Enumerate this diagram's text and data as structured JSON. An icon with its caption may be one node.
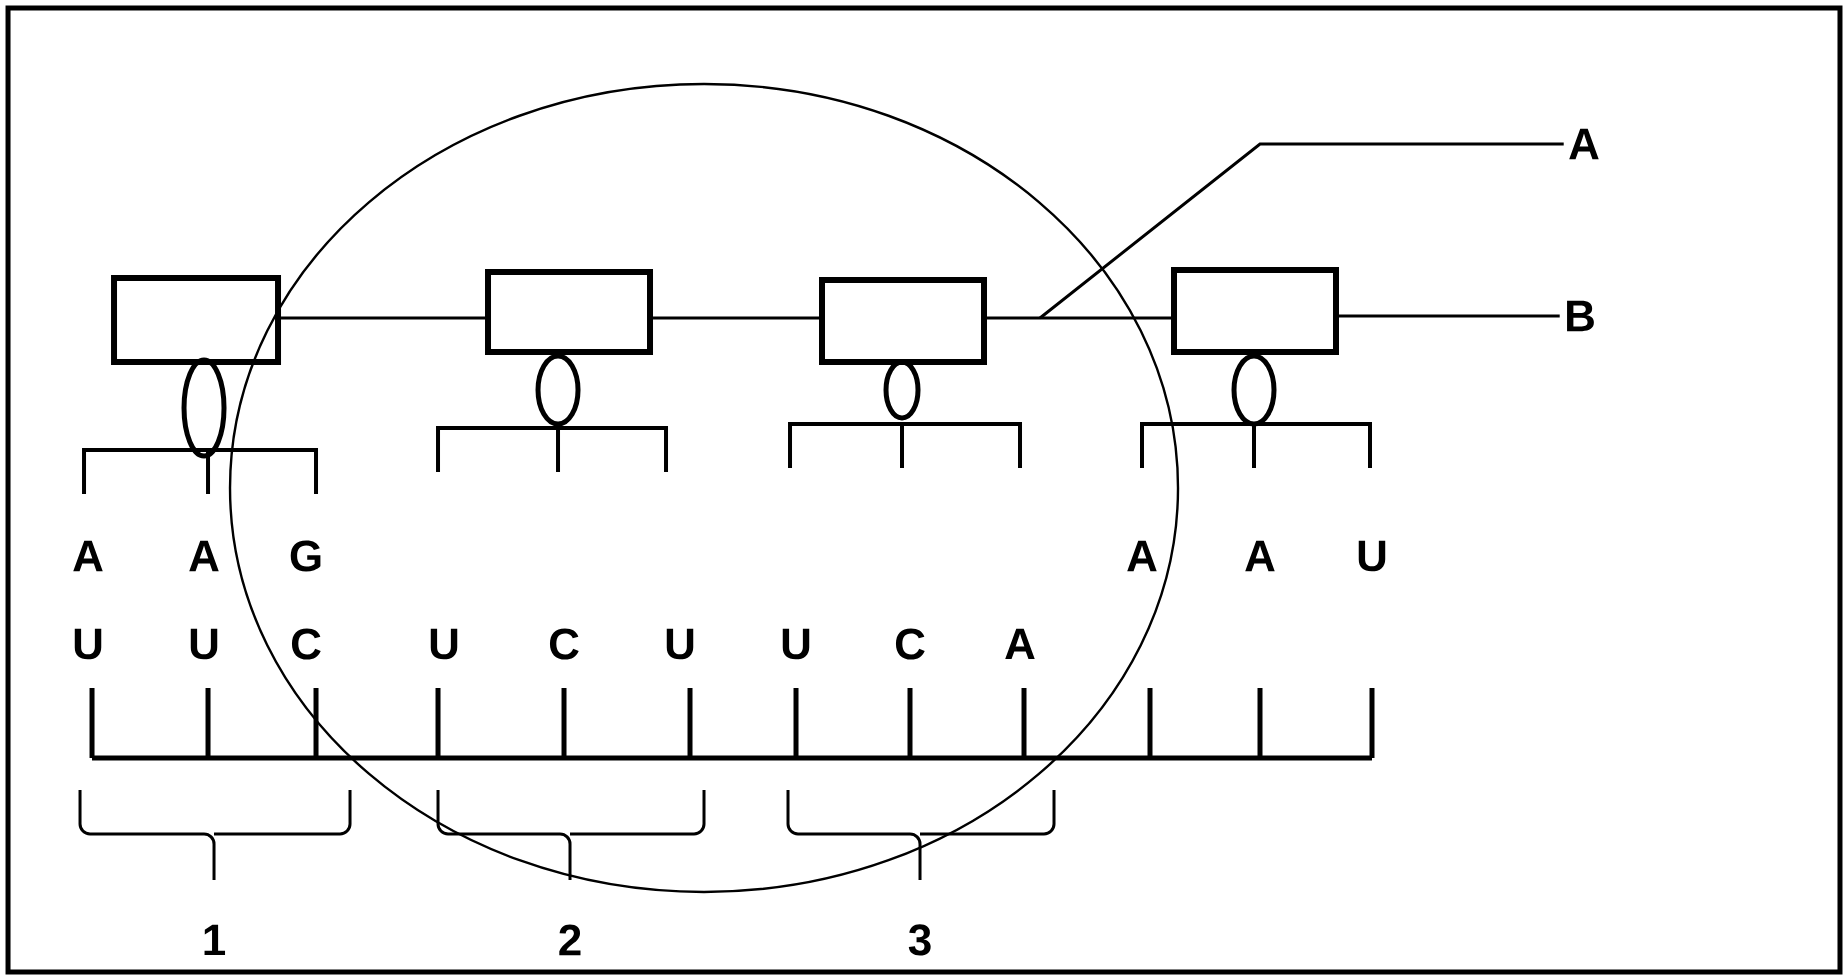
{
  "diagram": {
    "nodes": [
      {
        "text": [
          "A"
        ]
      },
      {
        "text": [],
        "shape": "box"
      },
      {
        "text": [],
        "shape": "box"
      },
      {
        "text": [],
        "shape": "box"
      },
      {
        "text": [],
        "shape": "box"
      },
      {
        "text": [
          "B"
        ]
      }
    ],
    "edges": [
      {
        "from": 1,
        "to": 2,
        "arrow": "none"
      },
      {
        "from": 2,
        "to": 3,
        "arrow": "none"
      },
      {
        "from": 3,
        "to": 4,
        "arrow": "none"
      },
      {
        "from": 0,
        "to": null,
        "arrow": "none"
      },
      {
        "from": 5,
        "to": 4,
        "arrow": "none"
      }
    ],
    "labels": [
      "A",
      "A",
      "G",
      "A",
      "A",
      "U",
      "U",
      "U",
      "C",
      "U",
      "C",
      "U",
      "U",
      "C",
      "A",
      "1",
      "2",
      "3"
    ]
  }
}
